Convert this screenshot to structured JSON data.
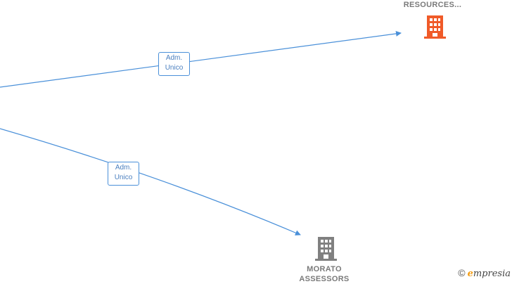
{
  "edges": [
    {
      "label_line1": "Adm.",
      "label_line2": "Unico"
    },
    {
      "label_line1": "Adm.",
      "label_line2": "Unico"
    }
  ],
  "nodes": [
    {
      "name": "RESOURCES...",
      "icon": "building-icon",
      "color": "#f05a28"
    },
    {
      "name_line1": "MORATO",
      "name_line2": "ASSESSORS",
      "icon": "building-icon",
      "color": "#808080"
    }
  ],
  "edge_color": "#4a90d9",
  "watermark": {
    "symbol": "©",
    "brand_initial": "e",
    "brand_rest": "mpresia"
  }
}
